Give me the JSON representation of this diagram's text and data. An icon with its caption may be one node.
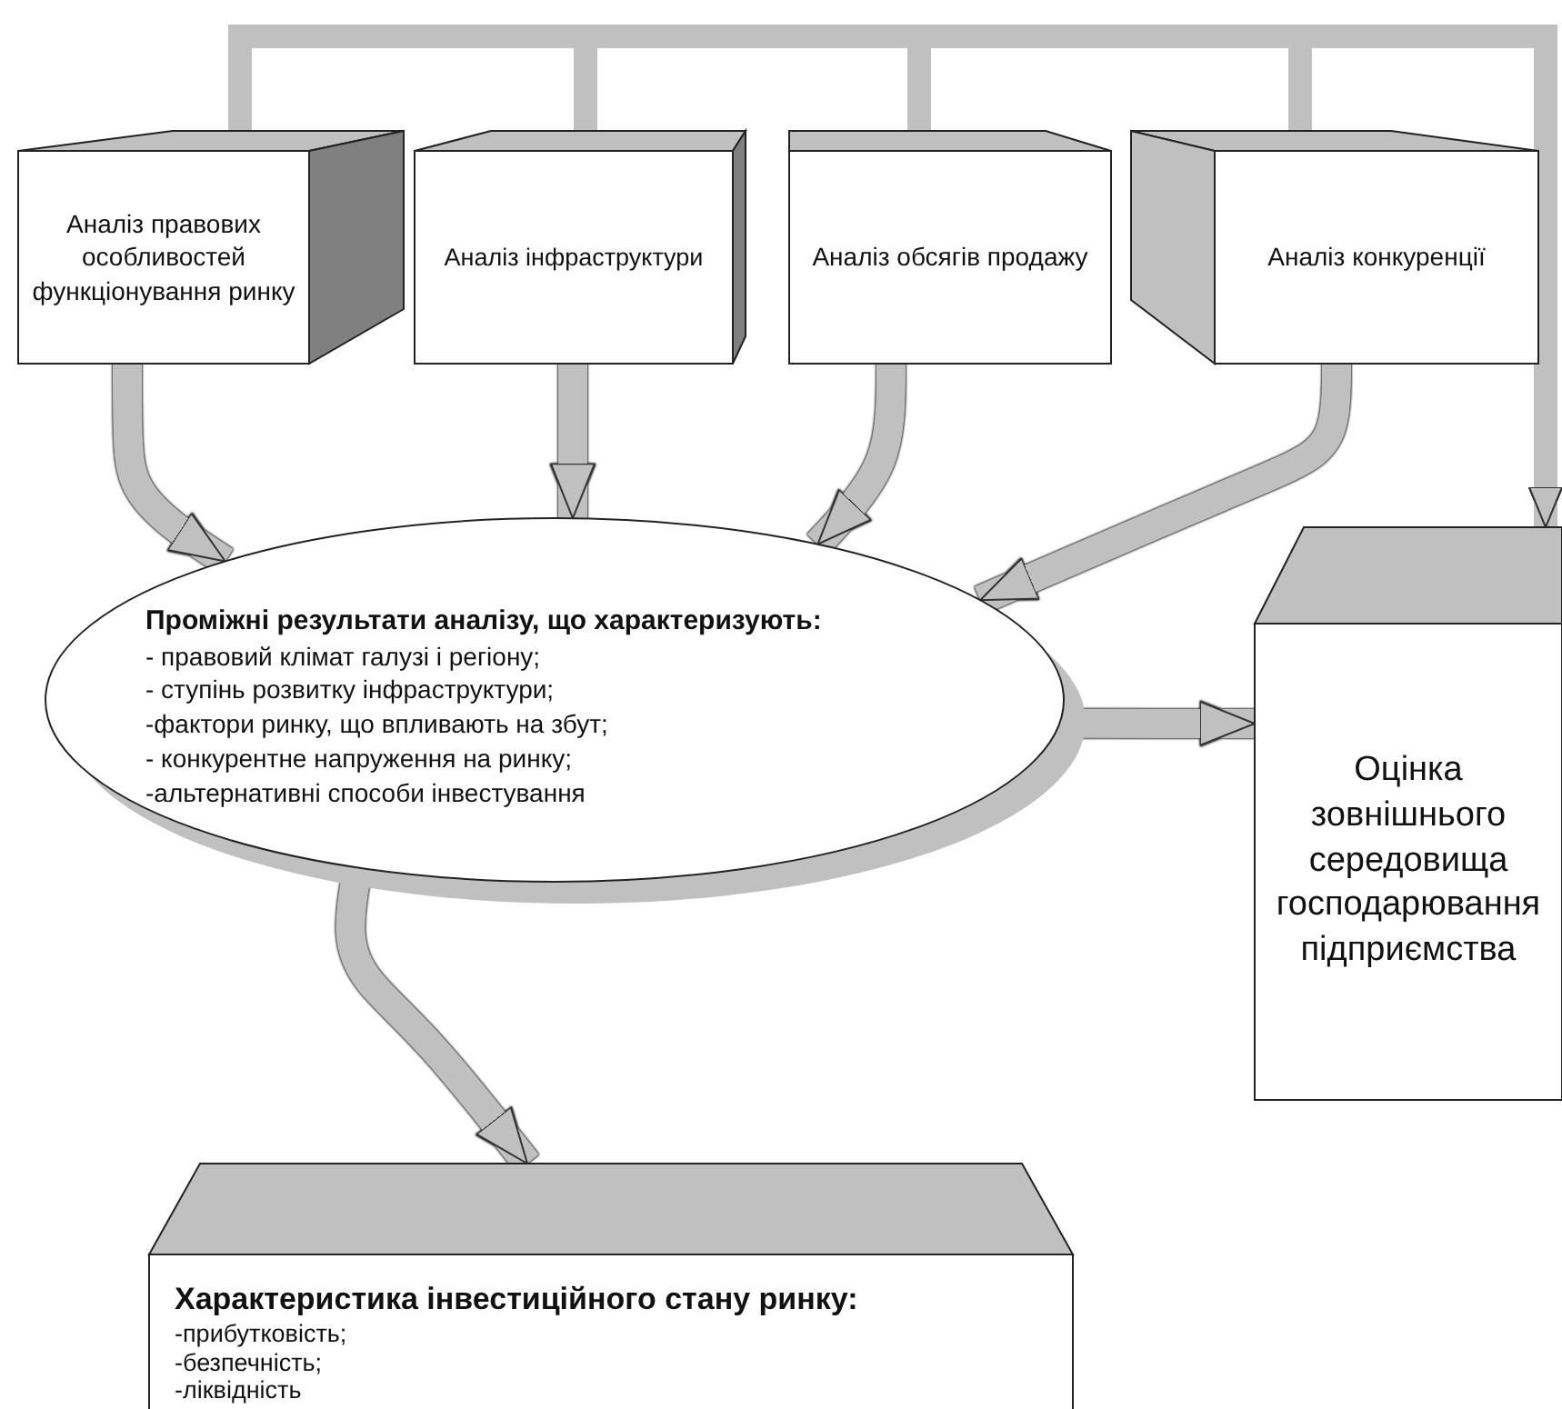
{
  "diagram": {
    "nodes": [
      {
        "text": [
          "Аналіз правових особливостей функціонування ринку"
        ]
      },
      {
        "text": [
          "Аналіз інфраструктури"
        ]
      },
      {
        "text": [
          "Аналіз обсягів продажу"
        ]
      },
      {
        "text": [
          "Аналіз конкуренції"
        ]
      },
      {
        "text": [
          "Проміжні результати аналізу, що характеризують:",
          "- правовий клімат галузі і регіону;",
          "- ступінь розвитку інфраструктури;",
          "-фактори ринку, що впливають на збут;",
          "- конкурентне напруження на ринку;",
          "-альтернативні способи інвестування"
        ]
      },
      {
        "text": [
          "Оцінка зовнішнього середовища господарювання підприємства"
        ]
      },
      {
        "text": [
          "Характеристика інвестиційного стану ринку:",
          "-прибутковість;",
          "-безпечність;",
          "-ліквідність"
        ]
      }
    ],
    "edges": [
      {
        "from": 0,
        "to": 4,
        "arrow": "to"
      },
      {
        "from": 1,
        "to": 4,
        "arrow": "to"
      },
      {
        "from": 2,
        "to": 4,
        "arrow": "to"
      },
      {
        "from": 3,
        "to": 4,
        "arrow": "to"
      },
      {
        "from": 4,
        "to": 5,
        "arrow": "to"
      },
      {
        "from": 4,
        "to": 6,
        "arrow": "to"
      },
      {
        "from": 0,
        "to": 5,
        "arrow": "to"
      },
      {
        "from": 1,
        "to": 5,
        "arrow": "to"
      },
      {
        "from": 2,
        "to": 5,
        "arrow": "to"
      },
      {
        "from": 3,
        "to": 5,
        "arrow": "to"
      }
    ]
  }
}
